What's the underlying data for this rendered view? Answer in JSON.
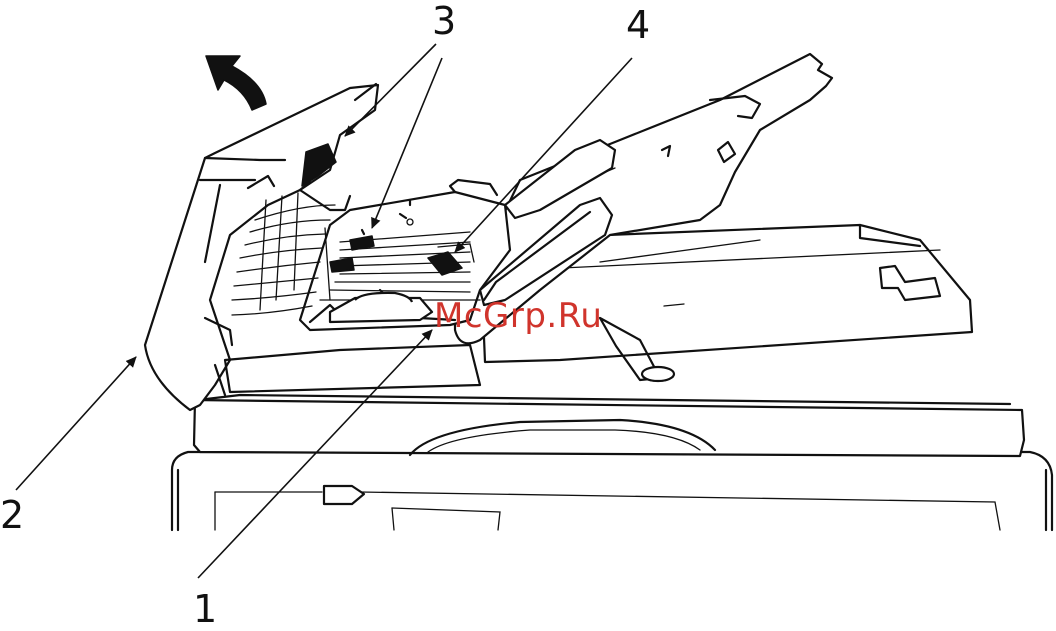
{
  "callouts": {
    "c1": "1",
    "c2": "2",
    "c3": "3",
    "c4": "4"
  },
  "watermark": {
    "text": "McGrp.Ru",
    "color": "#d0342c"
  },
  "colors": {
    "line": "#111111",
    "background": "#ffffff"
  }
}
